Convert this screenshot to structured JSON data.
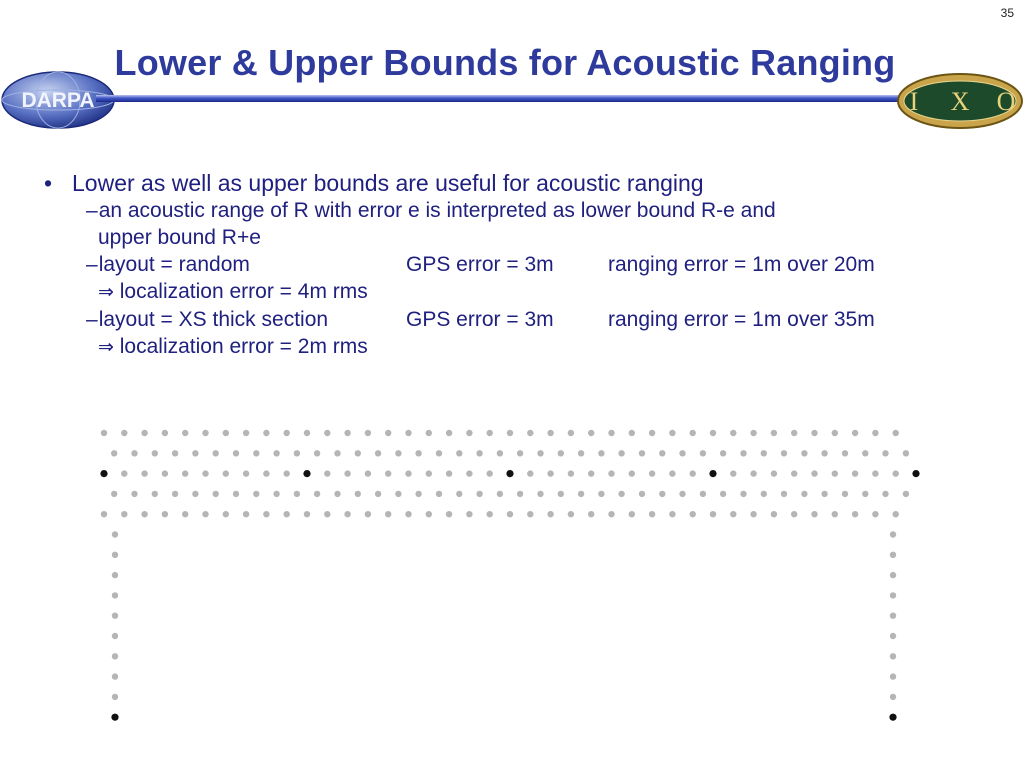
{
  "slide": {
    "number": "35",
    "title": "Lower & Upper Bounds for Acoustic Ranging"
  },
  "logos": {
    "left": {
      "text": "DARPA",
      "icon": "darpa-globe-logo"
    },
    "right": {
      "letters": [
        "I",
        "X",
        "O"
      ],
      "icon": "ixo-logo"
    }
  },
  "content": {
    "bullet": "Lower as well as upper bounds are useful for acoustic ranging",
    "sub1": {
      "line1": "an acoustic range of R with error e is interpreted as lower bound R-e and",
      "line2": "upper bound R+e"
    },
    "sub2": {
      "layout": "layout = random",
      "gps": "GPS error = 3m",
      "ranging": "ranging error = 1m over 20m",
      "result": "localization error = 4m rms"
    },
    "sub3": {
      "layout": "layout = XS thick section",
      "gps": "GPS error = 3m",
      "ranging": "ranging error = 1m over 35m",
      "result": "localization error = 2m rms"
    }
  },
  "diagram": {
    "colors": {
      "sensor": "#b5b5b5",
      "anchor": "#111111"
    },
    "top_rows": [
      {
        "count": 40,
        "offset": 0
      },
      {
        "count": 40,
        "offset": 1
      },
      {
        "count": 41,
        "offset": 0,
        "anchors": [
          0,
          10,
          20,
          30,
          40
        ]
      },
      {
        "count": 40,
        "offset": 1
      },
      {
        "count": 40,
        "offset": 0
      }
    ],
    "column_sensors": 10,
    "column_anchor_at_bottom": true
  }
}
